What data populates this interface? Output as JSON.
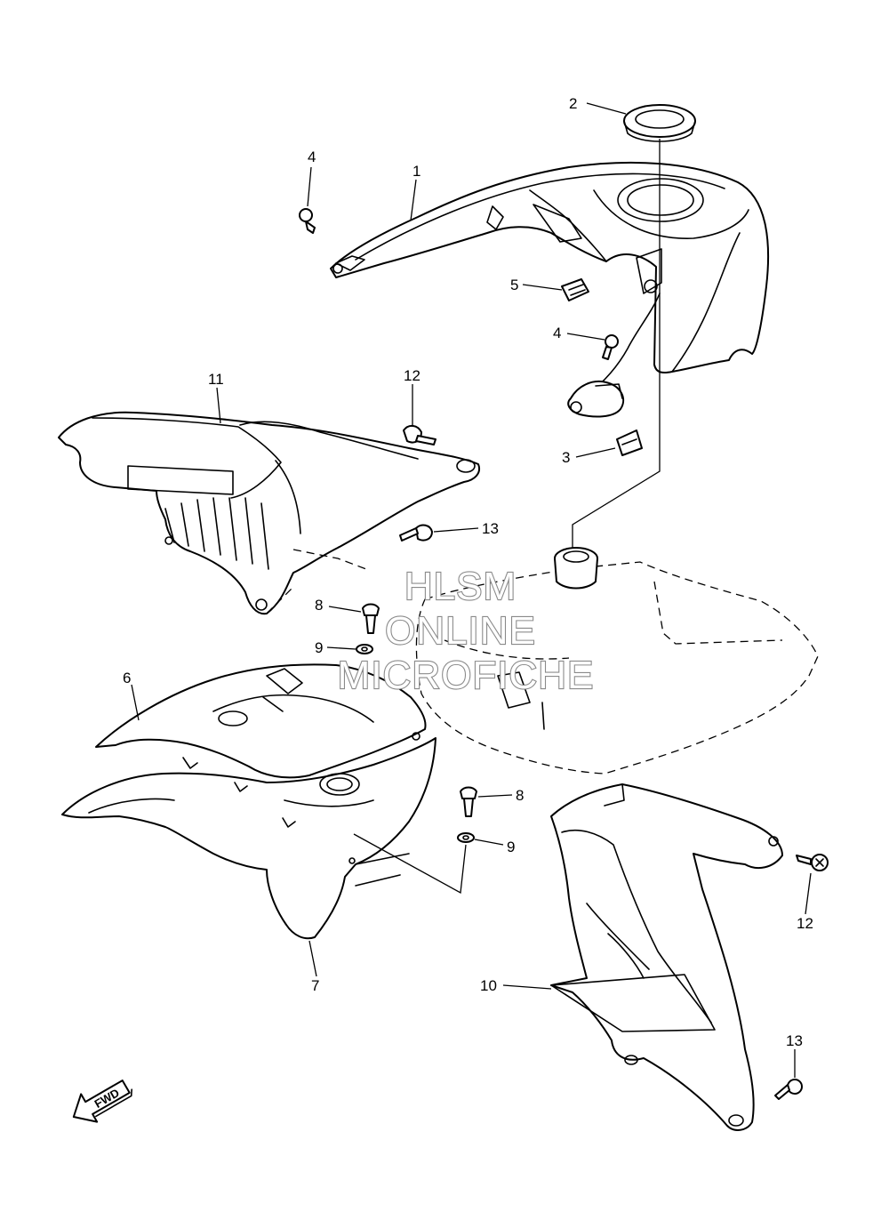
{
  "callouts": {
    "c1": "1",
    "c2": "2",
    "c3": "3",
    "c4a": "4",
    "c4b": "4",
    "c5": "5",
    "c6": "6",
    "c7": "7",
    "c8a": "8",
    "c8b": "8",
    "c9a": "9",
    "c9b": "9",
    "c10": "10",
    "c11": "11",
    "c12a": "12",
    "c12b": "12",
    "c13a": "13",
    "c13b": "13"
  },
  "watermark": {
    "line1": "HLSM",
    "line2": "ONLINE",
    "line3": "MICROFICHE"
  },
  "direction": {
    "label": "FWD",
    "icon": "forward-arrow-icon"
  }
}
